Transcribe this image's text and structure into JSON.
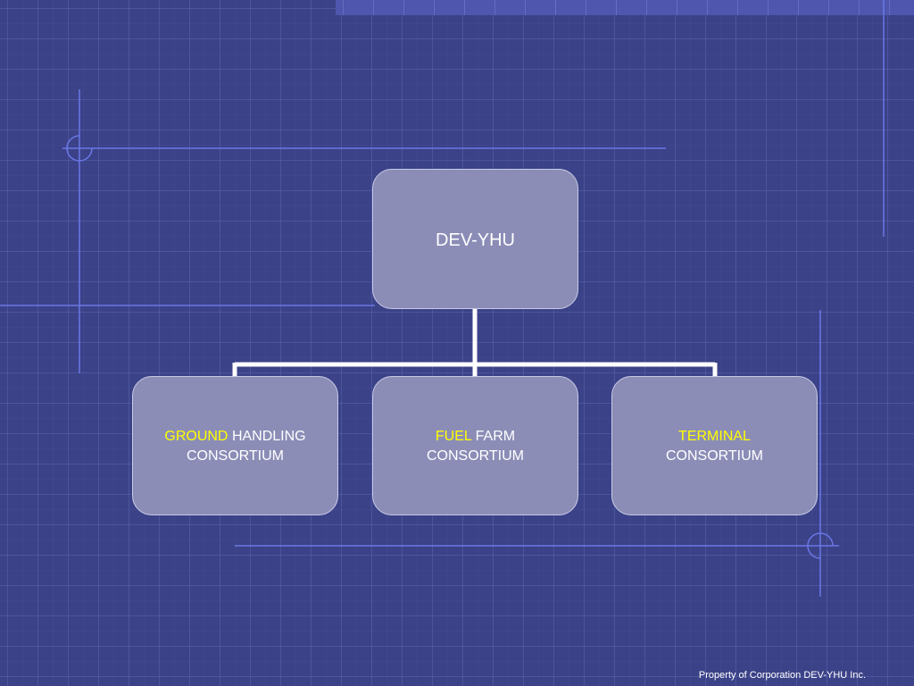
{
  "org_chart": {
    "root": {
      "label": "DEV-YHU"
    },
    "children": [
      {
        "highlight": "GROUND",
        "rest": "HANDLING",
        "line2": "CONSORTIUM"
      },
      {
        "highlight": "FUEL",
        "rest": "FARM",
        "line2": "CONSORTIUM"
      },
      {
        "highlight": "TERMINAL",
        "rest": "",
        "line2": "CONSORTIUM"
      }
    ]
  },
  "footer": {
    "text": "Property of Corporation DEV-YHU Inc."
  },
  "colors": {
    "background": "#3b4287",
    "box_fill": "#8b8db7",
    "highlight_text": "#ffff00",
    "connector": "#ffffff",
    "accent_line": "#6a78e6"
  }
}
